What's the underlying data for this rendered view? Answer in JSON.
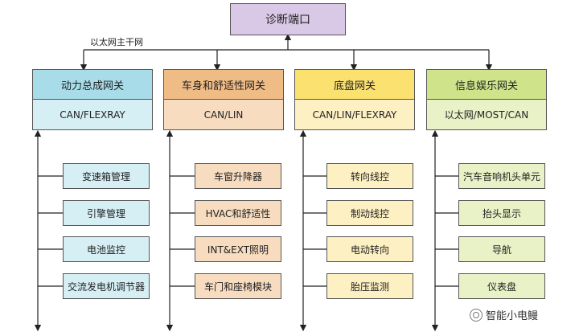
{
  "diagnostic_port": "诊断端口",
  "ethernet_backbone": "以太网主干网",
  "gateways": [
    {
      "title": "动力总成网关",
      "bus": "CAN/FLEXRAY",
      "color_head": "#a8dce8",
      "color_bus": "#d6eff5",
      "modules": [
        "变速箱管理",
        "引擎管理",
        "电池监控",
        "交流发电机调节器"
      ]
    },
    {
      "title": "车身和舒适性网关",
      "bus": "CAN/LIN",
      "color_head": "#f0bc86",
      "color_bus": "#f7dcc0",
      "modules": [
        "车窗升降器",
        "HVAC和舒适性",
        "INT&EXT照明",
        "车门和座椅模块"
      ]
    },
    {
      "title": "底盘网关",
      "bus": "CAN/LIN/FLEXRAY",
      "color_head": "#fbe170",
      "color_bus": "#fdf0c2",
      "modules": [
        "转向线控",
        "制动线控",
        "电动转向",
        "胎压监测"
      ]
    },
    {
      "title": "信息娱乐网关",
      "bus": "以太网/MOST/CAN",
      "color_head": "#cfe48a",
      "color_bus": "#e8f2c6",
      "modules": [
        "汽车音响机头单元",
        "抬头显示",
        "导航",
        "仪表盘"
      ]
    }
  ],
  "watermark": "智能小电鳗"
}
